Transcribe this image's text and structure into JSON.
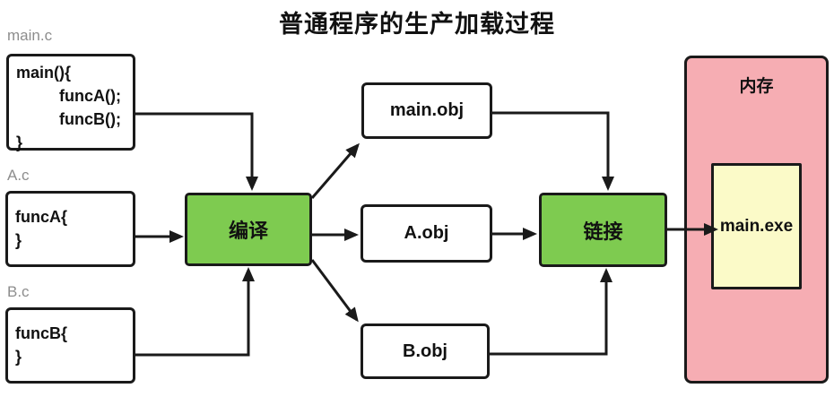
{
  "title": "普通程序的生产加载过程",
  "colors": {
    "process_fill": "#7ecb50",
    "memory_fill": "#f6adb3",
    "exe_fill": "#fbfac8",
    "stroke": "#1a1a1a",
    "file_label_grey": "#8d8d8d"
  },
  "sources": [
    {
      "label": "main.c",
      "lines": [
        "main(){",
        "funcA();",
        "funcB();",
        "}"
      ]
    },
    {
      "label": "A.c",
      "lines": [
        "funcA{",
        "}"
      ]
    },
    {
      "label": "B.c",
      "lines": [
        "funcB{",
        "}"
      ]
    }
  ],
  "processes": {
    "compile": "编译",
    "link": "链接"
  },
  "objects": [
    "main.obj",
    "A.obj",
    "B.obj"
  ],
  "memory": {
    "label": "内存",
    "exe": "main.exe"
  },
  "edges": [
    {
      "from": "main.c",
      "to": "编译"
    },
    {
      "from": "A.c",
      "to": "编译"
    },
    {
      "from": "B.c",
      "to": "编译"
    },
    {
      "from": "编译",
      "to": "main.obj"
    },
    {
      "from": "编译",
      "to": "A.obj"
    },
    {
      "from": "编译",
      "to": "B.obj"
    },
    {
      "from": "main.obj",
      "to": "链接"
    },
    {
      "from": "A.obj",
      "to": "链接"
    },
    {
      "from": "B.obj",
      "to": "链接"
    },
    {
      "from": "链接",
      "to": "main.exe"
    }
  ]
}
